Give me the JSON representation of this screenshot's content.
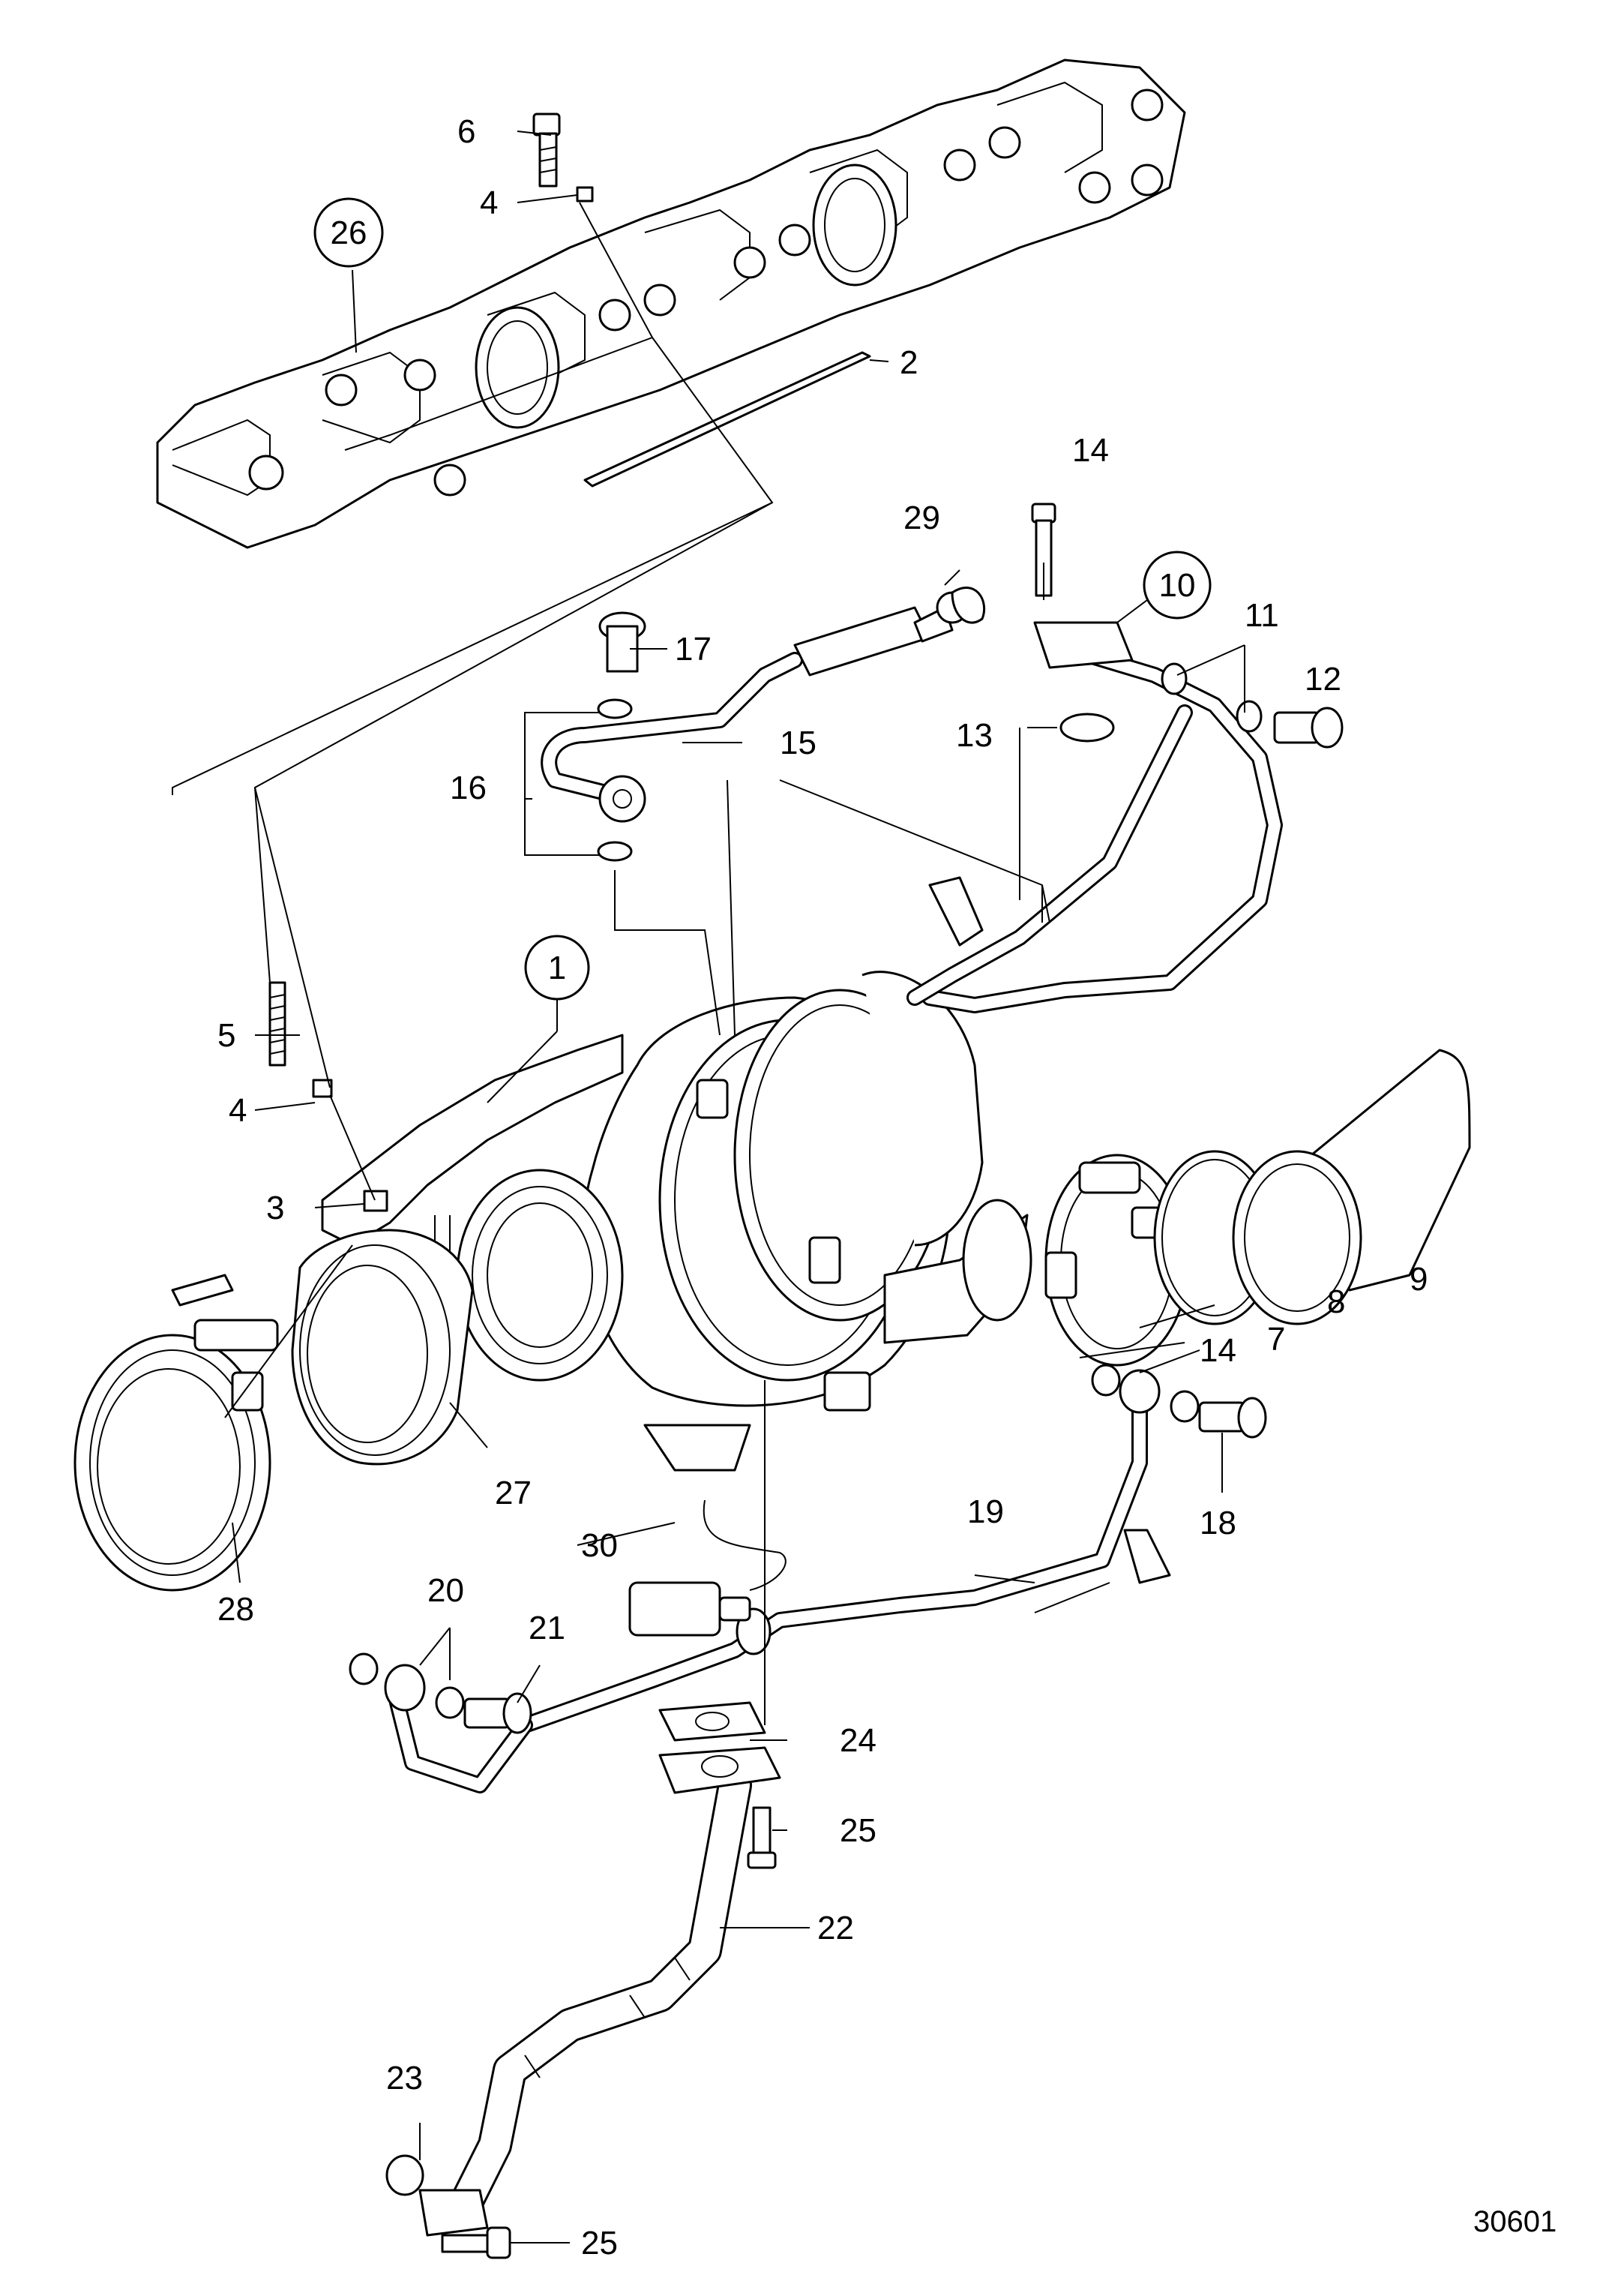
{
  "figure_number": "30601",
  "callouts": [
    {
      "id": "1",
      "text": "1",
      "circled": true
    },
    {
      "id": "2",
      "text": "2",
      "circled": false
    },
    {
      "id": "3",
      "text": "3",
      "circled": false
    },
    {
      "id": "4a",
      "text": "4",
      "circled": false
    },
    {
      "id": "4b",
      "text": "4",
      "circled": false
    },
    {
      "id": "5",
      "text": "5",
      "circled": false
    },
    {
      "id": "6",
      "text": "6",
      "circled": false
    },
    {
      "id": "7",
      "text": "7",
      "circled": false
    },
    {
      "id": "8",
      "text": "8",
      "circled": false
    },
    {
      "id": "9",
      "text": "9",
      "circled": false
    },
    {
      "id": "10",
      "text": "10",
      "circled": true
    },
    {
      "id": "11",
      "text": "11",
      "circled": false
    },
    {
      "id": "12",
      "text": "12",
      "circled": false
    },
    {
      "id": "13",
      "text": "13",
      "circled": false
    },
    {
      "id": "14a",
      "text": "14",
      "circled": false
    },
    {
      "id": "14b",
      "text": "14",
      "circled": false
    },
    {
      "id": "15",
      "text": "15",
      "circled": false
    },
    {
      "id": "16",
      "text": "16",
      "circled": false
    },
    {
      "id": "17",
      "text": "17",
      "circled": false
    },
    {
      "id": "18",
      "text": "18",
      "circled": false
    },
    {
      "id": "19",
      "text": "19",
      "circled": false
    },
    {
      "id": "20",
      "text": "20",
      "circled": false
    },
    {
      "id": "21",
      "text": "21",
      "circled": false
    },
    {
      "id": "22",
      "text": "22",
      "circled": false
    },
    {
      "id": "23",
      "text": "23",
      "circled": false
    },
    {
      "id": "24",
      "text": "24",
      "circled": false
    },
    {
      "id": "25a",
      "text": "25",
      "circled": false
    },
    {
      "id": "25b",
      "text": "25",
      "circled": false
    },
    {
      "id": "26",
      "text": "26",
      "circled": true
    },
    {
      "id": "27",
      "text": "27",
      "circled": false
    },
    {
      "id": "28",
      "text": "28",
      "circled": false
    },
    {
      "id": "29",
      "text": "29",
      "circled": false
    },
    {
      "id": "30",
      "text": "30",
      "circled": false
    }
  ]
}
